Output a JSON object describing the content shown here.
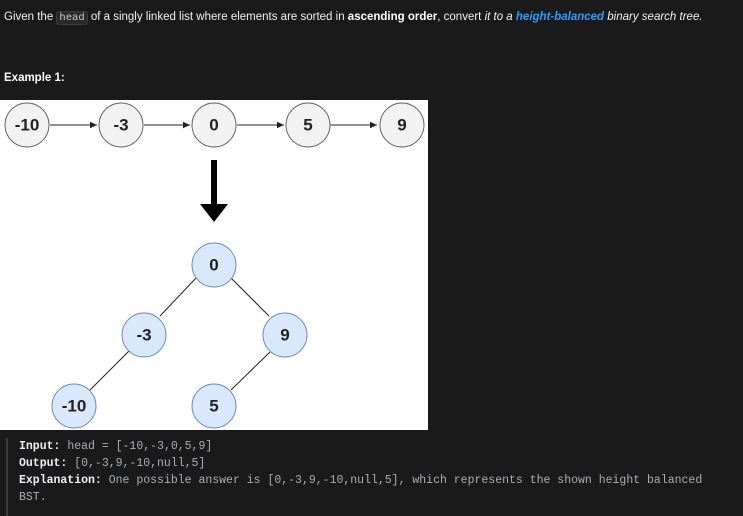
{
  "description": {
    "part1": "Given the ",
    "code_head": "head",
    "part2": " of a singly linked list where elements are sorted in ",
    "bold_ascending": "ascending order",
    "part3": ", convert ",
    "italic_it": "it to a ",
    "highlight": "height-balanced",
    "italic_tail": " binary search tree."
  },
  "example": {
    "title": "Example 1:",
    "input_label": "Input:",
    "input_value": " head = [-10,-3,0,5,9]",
    "output_label": "Output:",
    "output_value": " [0,-3,9,-10,null,5]",
    "explanation_label": "Explanation:",
    "explanation_value": " One possible answer is [0,-3,9,-10,null,5], which represents the shown height balanced BST."
  },
  "diagram": {
    "list_nodes": [
      "-10",
      "-3",
      "0",
      "5",
      "9"
    ],
    "tree_nodes": {
      "root": "0",
      "left": "-3",
      "right": "9",
      "left_left": "-10",
      "right_left": "5"
    },
    "colors": {
      "list_node_fill": "#f2f2f2",
      "list_node_stroke": "#666666",
      "tree_node_fill": "#dae8fc",
      "tree_node_stroke": "#6c8ebf",
      "edge": "#222222",
      "arrow": "#000000"
    }
  },
  "colors": {
    "background": "#1a1a1a",
    "text": "#eff1f6",
    "accent": "#2e9bff",
    "muted": "#a8adb5"
  }
}
